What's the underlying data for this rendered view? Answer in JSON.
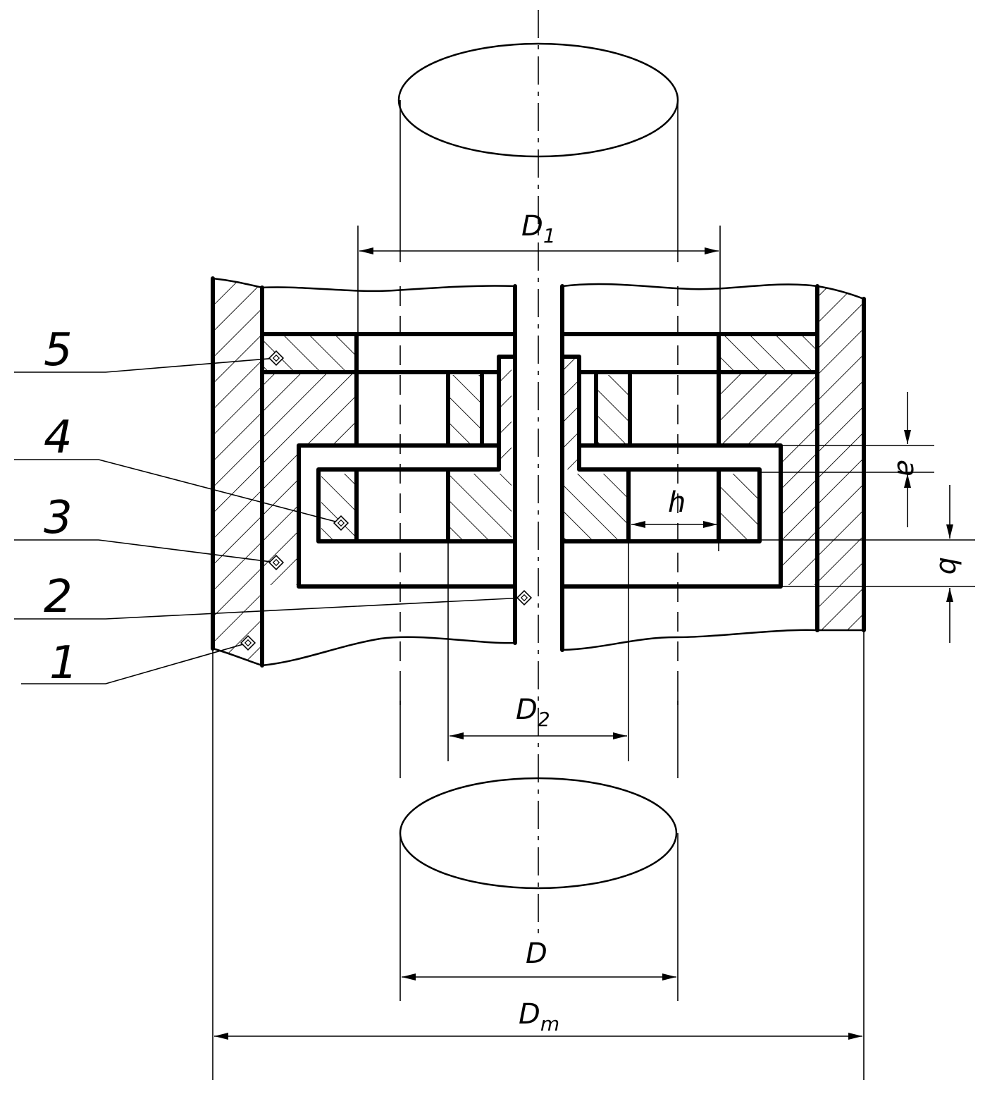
{
  "labels": {
    "part1": "1",
    "part2": "2",
    "part3": "3",
    "part4": "4",
    "part5": "5"
  },
  "dimensions": {
    "d1_main": "D",
    "d1_sub": "1",
    "d2_main": "D",
    "d2_sub": "2",
    "d": "D",
    "dm_main": "D",
    "dm_sub": "m",
    "a": "a",
    "b": "b",
    "h": "h"
  }
}
